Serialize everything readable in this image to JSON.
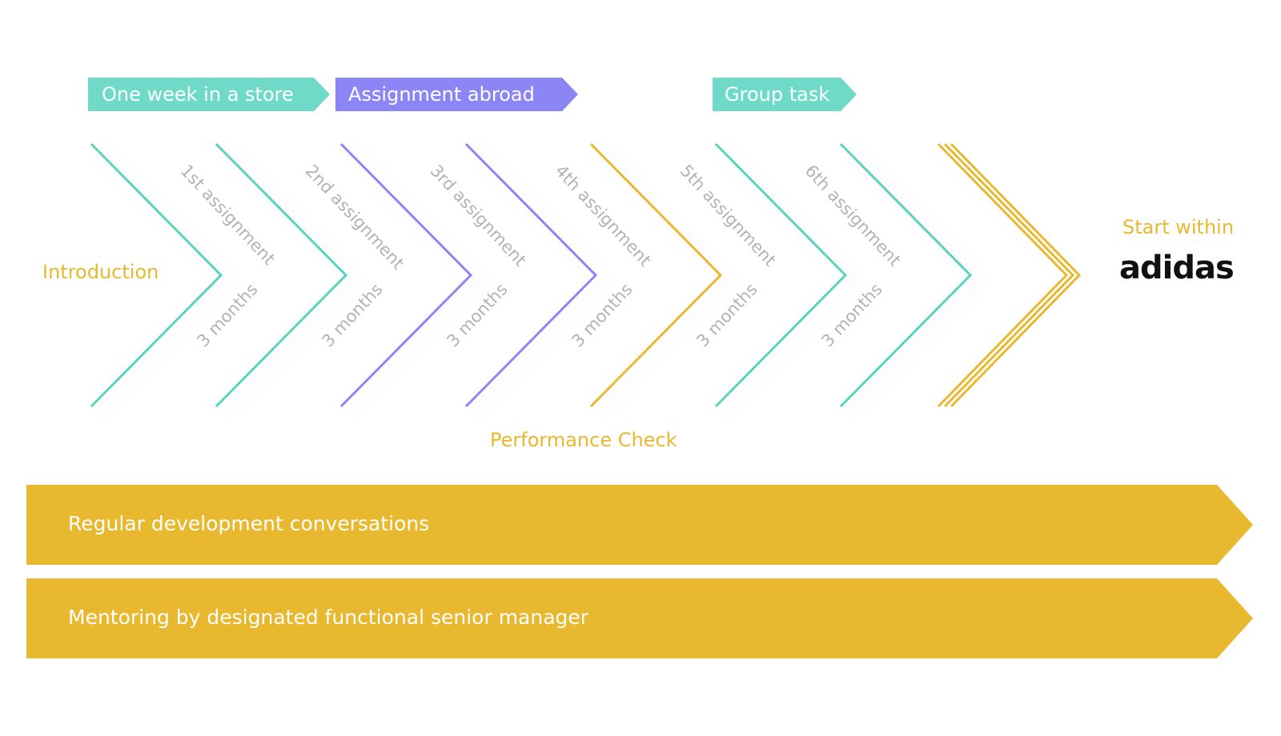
{
  "colors": {
    "teal": "#58d4bd",
    "teal_tag": "#6fdac8",
    "purple": "#8c85f5",
    "gold": "#e8b82f",
    "gray_text": "#b3b3b3",
    "logo": "#111111"
  },
  "phases": [
    {
      "label": "One week in a store",
      "color": "teal_tag"
    },
    {
      "label": "Assignment abroad",
      "color": "purple"
    },
    {
      "label": "Group task",
      "color": "teal_tag"
    }
  ],
  "introduction": "Introduction",
  "assignments": [
    {
      "name": "1st assignment",
      "duration": "3 months"
    },
    {
      "name": "2nd assignment",
      "duration": "3 months"
    },
    {
      "name": "3rd assignment",
      "duration": "3 months"
    },
    {
      "name": "4th assignment",
      "duration": "3 months"
    },
    {
      "name": "5th assignment",
      "duration": "3 months"
    },
    {
      "name": "6th assignment",
      "duration": "3 months"
    }
  ],
  "chevron_colors": [
    "teal",
    "teal",
    "purple",
    "purple",
    "gold",
    "teal",
    "teal"
  ],
  "performance_check": "Performance Check",
  "start_within": "Start within",
  "brand": "adidas",
  "bands": [
    {
      "label": "Regular development conversations"
    },
    {
      "label": "Mentoring by designated functional senior manager"
    }
  ]
}
